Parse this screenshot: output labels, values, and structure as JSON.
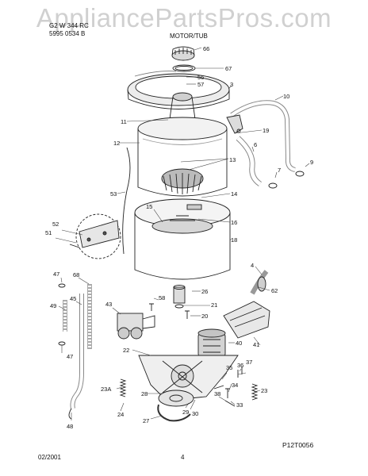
{
  "header": {
    "model_line": "G2 W 344 RC",
    "code_line": "5995 0534 B",
    "section_title": "MOTOR/TUB",
    "watermark": "AppliancePartsPros.com"
  },
  "footer": {
    "date": "02/2001",
    "page_number": "4",
    "diagram_code": "P12T0056"
  },
  "callouts": [
    {
      "id": "66",
      "label": "66"
    },
    {
      "id": "67",
      "label": "67"
    },
    {
      "id": "56",
      "label": "56"
    },
    {
      "id": "57",
      "label": "57"
    },
    {
      "id": "3",
      "label": "3"
    },
    {
      "id": "10",
      "label": "10"
    },
    {
      "id": "11",
      "label": "11"
    },
    {
      "id": "19",
      "label": "19"
    },
    {
      "id": "12",
      "label": "12"
    },
    {
      "id": "6",
      "label": "6"
    },
    {
      "id": "13",
      "label": "13"
    },
    {
      "id": "7",
      "label": "7"
    },
    {
      "id": "9",
      "label": "9"
    },
    {
      "id": "53",
      "label": "53"
    },
    {
      "id": "14",
      "label": "14"
    },
    {
      "id": "15",
      "label": "15"
    },
    {
      "id": "16",
      "label": "16"
    },
    {
      "id": "52",
      "label": "52"
    },
    {
      "id": "51",
      "label": "51"
    },
    {
      "id": "18",
      "label": "18"
    },
    {
      "id": "4",
      "label": "4"
    },
    {
      "id": "47a",
      "label": "47"
    },
    {
      "id": "68",
      "label": "68"
    },
    {
      "id": "62",
      "label": "62"
    },
    {
      "id": "26",
      "label": "26"
    },
    {
      "id": "49",
      "label": "49"
    },
    {
      "id": "45",
      "label": "45"
    },
    {
      "id": "43",
      "label": "43"
    },
    {
      "id": "58",
      "label": "58"
    },
    {
      "id": "21",
      "label": "21"
    },
    {
      "id": "20",
      "label": "20"
    },
    {
      "id": "40",
      "label": "40"
    },
    {
      "id": "41",
      "label": "41"
    },
    {
      "id": "47b",
      "label": "47"
    },
    {
      "id": "22",
      "label": "22"
    },
    {
      "id": "36",
      "label": "36"
    },
    {
      "id": "37",
      "label": "37"
    },
    {
      "id": "35",
      "label": "35"
    },
    {
      "id": "23a",
      "label": "23A"
    },
    {
      "id": "34",
      "label": "34"
    },
    {
      "id": "38",
      "label": "38"
    },
    {
      "id": "23",
      "label": "23"
    },
    {
      "id": "28",
      "label": "28"
    },
    {
      "id": "33",
      "label": "33"
    },
    {
      "id": "24",
      "label": "24"
    },
    {
      "id": "29",
      "label": "29"
    },
    {
      "id": "30",
      "label": "30"
    },
    {
      "id": "27",
      "label": "27"
    },
    {
      "id": "48",
      "label": "48"
    }
  ]
}
